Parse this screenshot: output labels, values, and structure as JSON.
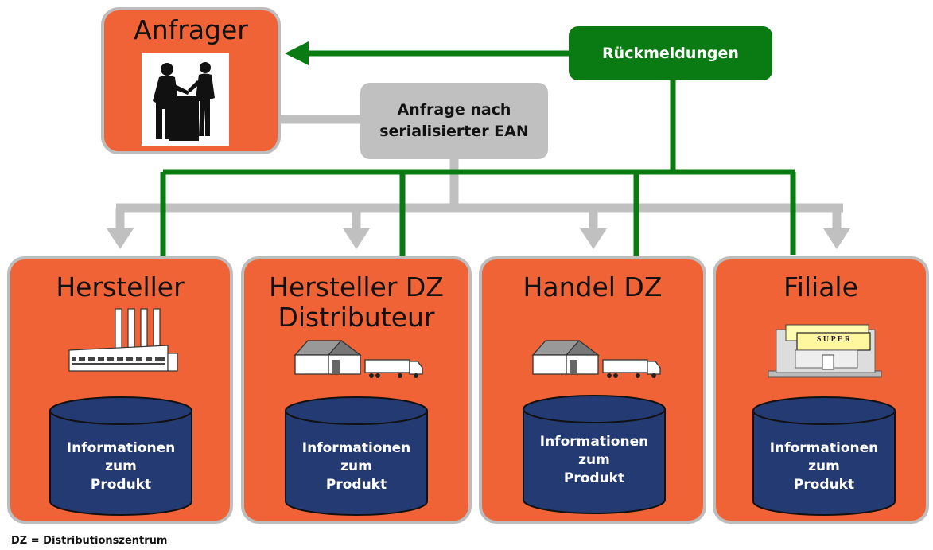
{
  "colors": {
    "box": "#ef6337",
    "border": "#bdbdbd",
    "green": "#0a7a12",
    "gray": "#c0c0c0",
    "db": "#243a72"
  },
  "requester": {
    "title": "Anfrager",
    "icon": "people-at-desk-icon"
  },
  "feedback": {
    "label": "Rückmeldungen"
  },
  "request": {
    "line1": "Anfrage nach",
    "line2": "serialisierter EAN"
  },
  "nodes": [
    {
      "title_line1": "Hersteller",
      "title_line2": "",
      "icon": "factory-icon",
      "db_line1": "Informationen",
      "db_line2": "zum",
      "db_line3": "Produkt"
    },
    {
      "title_line1": "Hersteller DZ",
      "title_line2": "Distributeur",
      "icon": "warehouse-truck-icon",
      "db_line1": "Informationen",
      "db_line2": "zum",
      "db_line3": "Produkt"
    },
    {
      "title_line1": "Handel DZ",
      "title_line2": "",
      "icon": "warehouse-truck-icon",
      "db_line1": "Informationen",
      "db_line2": "zum",
      "db_line3": "Produkt"
    },
    {
      "title_line1": "Filiale",
      "title_line2": "",
      "icon": "supermarket-icon",
      "db_line1": "Informationen",
      "db_line2": "zum",
      "db_line3": "Produkt",
      "store_sign": "S U P E R"
    }
  ],
  "footnote": "DZ = Distributionszentrum"
}
